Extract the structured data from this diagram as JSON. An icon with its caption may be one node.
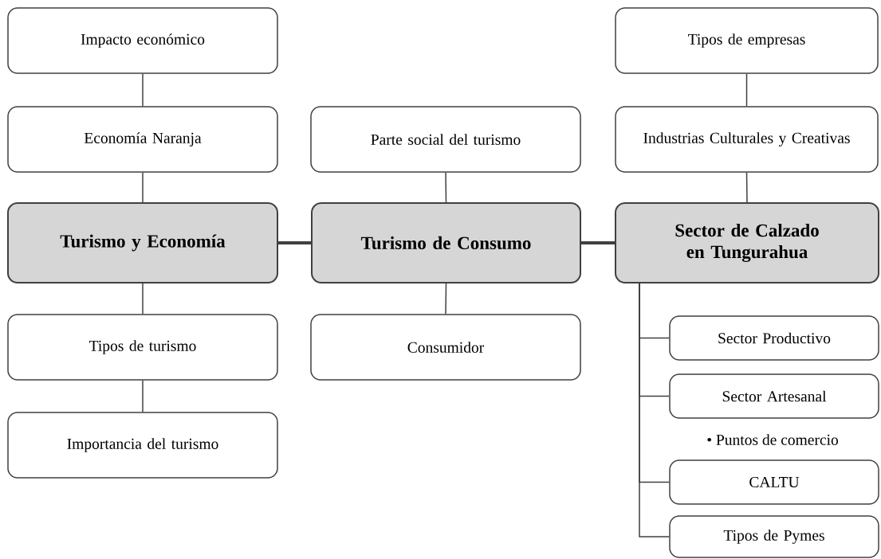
{
  "diagram": {
    "nodes": [
      {
        "text": [
          "Impacto económico"
        ]
      },
      {
        "text": [
          "Economía Naranja"
        ]
      },
      {
        "text": [
          "Turismo y Economía"
        ]
      },
      {
        "text": [
          "Tipos de turismo"
        ]
      },
      {
        "text": [
          "Importancia del turismo"
        ]
      },
      {
        "text": [
          "Parte social del turismo"
        ]
      },
      {
        "text": [
          "Turismo de Consumo"
        ]
      },
      {
        "text": [
          "Consumidor"
        ]
      },
      {
        "text": [
          "Tipos de empresas"
        ]
      },
      {
        "text": [
          "Industrias Culturales y Creativas"
        ]
      },
      {
        "text": [
          "Sector de Calzado en Tungurahua"
        ]
      },
      {
        "text": [
          "Sector Productivo"
        ]
      },
      {
        "text": [
          "Sector Artesanal"
        ]
      },
      {
        "text": [
          "CALTU"
        ]
      },
      {
        "text": [
          "Tipos de Pymes"
        ]
      }
    ],
    "edges": [
      {
        "from": 0,
        "to": 1,
        "arrow": "none"
      },
      {
        "from": 1,
        "to": 2,
        "arrow": "none"
      },
      {
        "from": 2,
        "to": 3,
        "arrow": "none"
      },
      {
        "from": 3,
        "to": 4,
        "arrow": "none"
      },
      {
        "from": 5,
        "to": 6,
        "arrow": "none"
      },
      {
        "from": 6,
        "to": 7,
        "arrow": "none"
      },
      {
        "from": 8,
        "to": 9,
        "arrow": "none"
      },
      {
        "from": 9,
        "to": 10,
        "arrow": "none"
      },
      {
        "from": 2,
        "to": 6,
        "arrow": "none",
        "style": "thick"
      },
      {
        "from": 6,
        "to": 10,
        "arrow": "none",
        "style": "thick"
      },
      {
        "from": 10,
        "to": 11,
        "arrow": "none"
      },
      {
        "from": 10,
        "to": 12,
        "arrow": "none"
      },
      {
        "from": 10,
        "to": 13,
        "arrow": "none"
      },
      {
        "from": 10,
        "to": 14,
        "arrow": "none"
      }
    ],
    "labels": [
      "• Puntos de comercio"
    ]
  }
}
